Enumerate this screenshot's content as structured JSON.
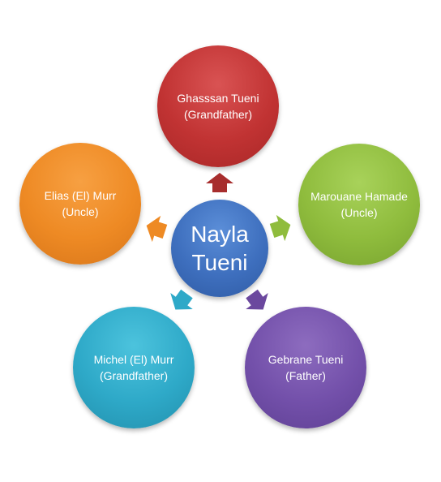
{
  "center": {
    "label": "Nayla Tueni",
    "color": "#3e6fbe"
  },
  "nodes": [
    {
      "id": "top",
      "label": "Ghasssan Tueni (Grandfather)",
      "color": "#c13333"
    },
    {
      "id": "right",
      "label": "Marouane Hamade (Uncle)",
      "color": "#8fbc3d"
    },
    {
      "id": "bottom-right",
      "label": "Gebrane Tueni (Father)",
      "color": "#7350aa"
    },
    {
      "id": "bottom-left",
      "label": "Michel (El) Murr (Grandfather)",
      "color": "#2ea9c8"
    },
    {
      "id": "left",
      "label": "Elias (El) Murr (Uncle)",
      "color": "#ee8a24"
    }
  ]
}
